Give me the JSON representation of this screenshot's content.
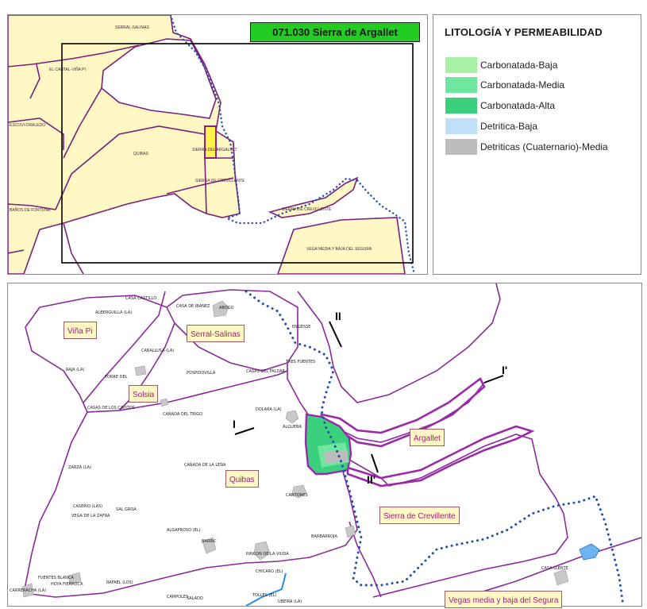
{
  "overview": {
    "title_box": "071.030 Sierra de Argallet",
    "labels": {
      "serral": "SERRAL-SALINAS",
      "cantal": "EL CANTAL-VIÑA PI",
      "escovi": "ESCOVI-ORALEDO",
      "quibas": "QUIBAS",
      "sierra_argallet": "SIERRA DEL ARGALLET",
      "sierra_crev": "SIERRA DE CREVILLENTE",
      "sierra_crev2": "SIERRA DE CREVILLENTE",
      "banos": "BAÑOS DE FORTUNA",
      "vegas": "VEGA MEDIA Y BAJA DEL SEGURA"
    }
  },
  "legend": {
    "title": "LITOLOGÍA Y PERMEABILIDAD",
    "items": [
      {
        "label": "Carbonatada-Baja",
        "color": "#a7f0a4"
      },
      {
        "label": "Carbonatada-Media",
        "color": "#6fe6a0"
      },
      {
        "label": "Carbonatada-Alta",
        "color": "#3ad07e"
      },
      {
        "label": "Detritica-Baja",
        "color": "#bfe0f8"
      },
      {
        "label": "Detriticas (Cuaternario)-Media",
        "color": "#bdbdbd"
      }
    ]
  },
  "detail": {
    "units": {
      "vina_pi": "Viña Pi",
      "serral": "Serral-Salinas",
      "solsia": "Solsia",
      "argallet": "Argallet",
      "quibas": "Quibas",
      "crevillente": "Sierra de Crevillente",
      "vegas": "Vegas media y baja del Segura"
    },
    "sections": {
      "s1": "I",
      "s1p": "I'",
      "s2": "II",
      "s2p": "II'"
    },
    "places": {
      "p1": "CASA CASTILLO",
      "p2": "CASA DE IBAÑEZ",
      "p3": "ALBERGUILLA (LA)",
      "p4": "ABOGO",
      "p5": "CABALLUSA (LA)",
      "p6": "RAJA (LA)",
      "p7": "TORRE DEL",
      "p8": "POSPIDOVILLA",
      "p9": "CASAS DEL FALDAR",
      "p10": "TRES FUENTES",
      "p11": "ENGESSE",
      "p12": "CASAS DE LOS CAPITOS",
      "p13": "CAÑADA DEL TRIGO",
      "p14": "DOLARA (LA)",
      "p15": "ALGUEÑA",
      "p16": "ZARZA (LA)",
      "p17": "CAÑADA DE LA LEÑA",
      "p18": "CANTONES",
      "p19": "CASERIO (LAS)",
      "p20": "SAL GROA",
      "p21": "VEGA DE LA ZAFRA",
      "p22": "ALGAPROSO (EL)",
      "p23": "BARRIC",
      "p24": "BARBARROJA",
      "p25": "RINCON DE LA VIUDA",
      "p26": "CHICARO (EL)",
      "p27": "FUENTES BLANCA",
      "p28": "HOYA FIERROCA",
      "p29": "RAFAEL (LOS)",
      "p30": "CARRERACHA (LA)",
      "p31": "CAMPOLES",
      "p32": "SALADO",
      "p33": "TOLLES (EL)",
      "p34": "UBEIRA (LA)",
      "p35": "CASA LLENTE"
    }
  }
}
